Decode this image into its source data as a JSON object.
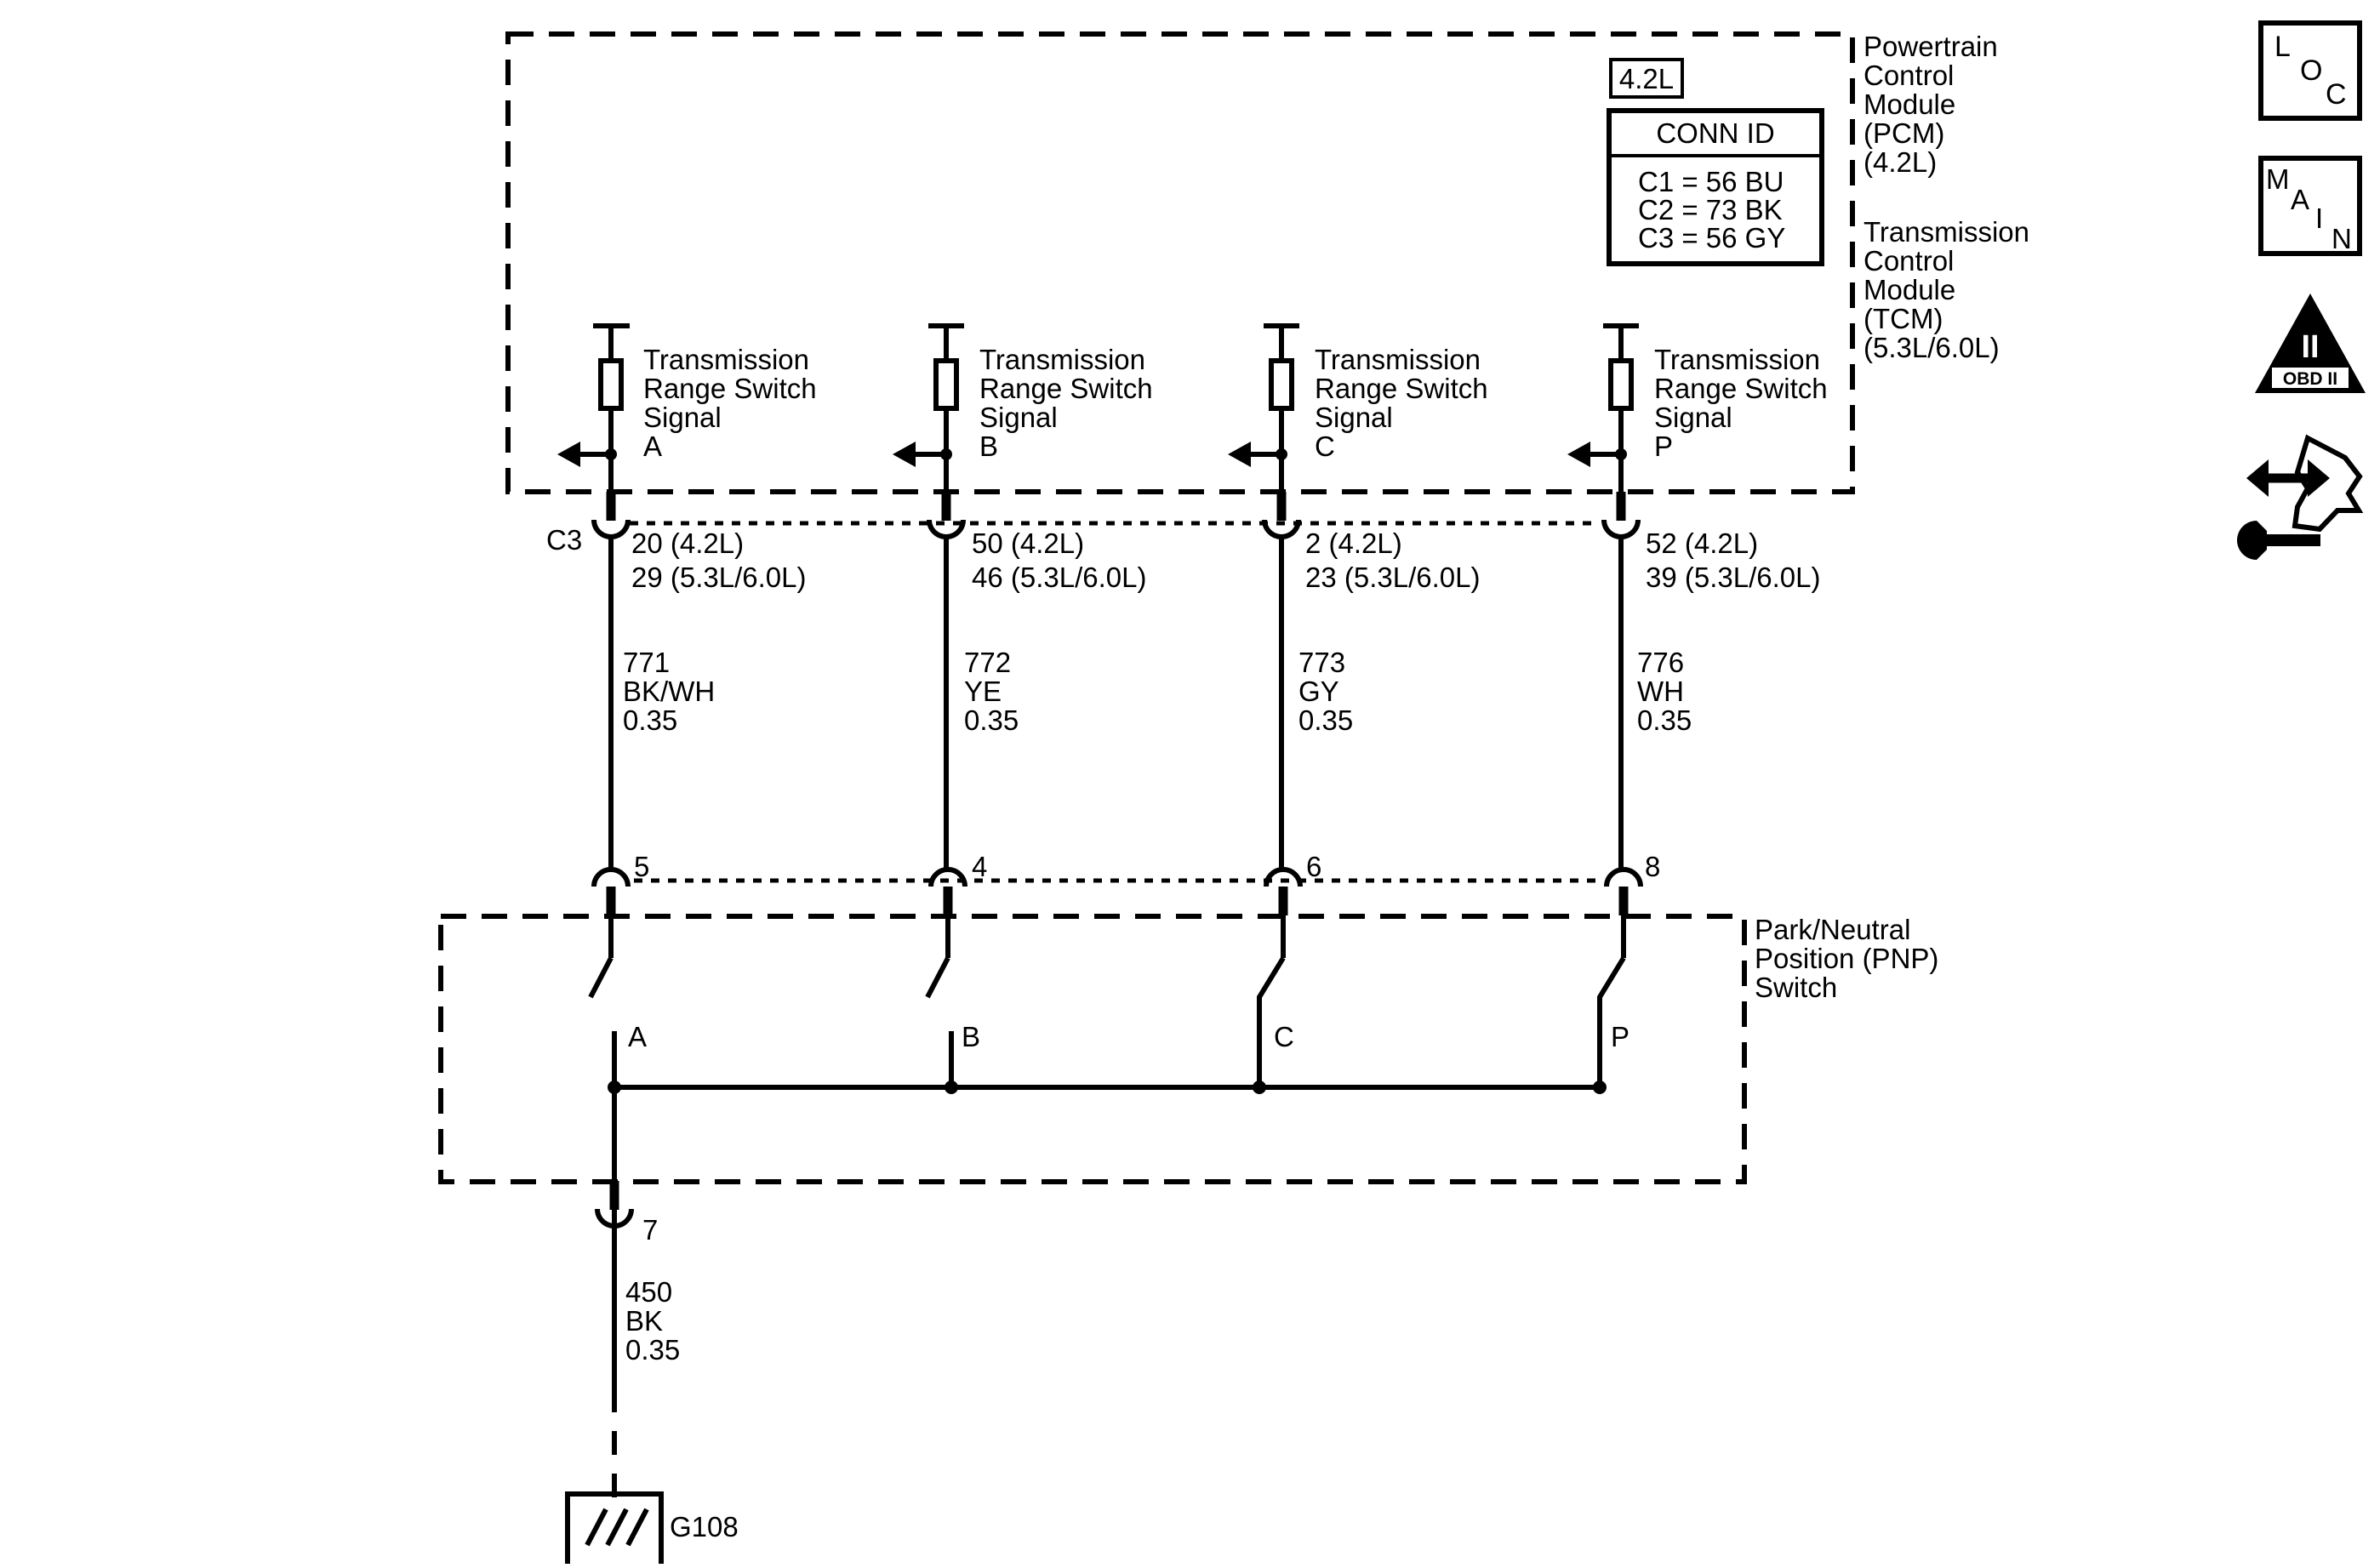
{
  "modules": {
    "pcm_name": [
      "Powertrain",
      "Control",
      "Module",
      "(PCM)",
      "(4.2L)"
    ],
    "tcm_name": [
      "Transmission",
      "Control",
      "Module",
      "(TCM)",
      "(5.3L/6.0L)"
    ]
  },
  "engine_badge": "4.2L",
  "conn_id": {
    "title": "CONN ID",
    "lines": [
      "C1 = 56 BU",
      "C2 = 73 BK",
      "C3 = 56 GY"
    ]
  },
  "connector_label": "C3",
  "circuits": [
    {
      "signal": [
        "Transmission",
        "Range Switch",
        "Signal",
        "A"
      ],
      "pins": [
        "20 (4.2L)",
        "29 (5.3L/6.0L)"
      ],
      "wire": [
        "771",
        "BK/WH",
        "0.35"
      ],
      "pnp_pin": "5",
      "contact": "A"
    },
    {
      "signal": [
        "Transmission",
        "Range Switch",
        "Signal",
        "B"
      ],
      "pins": [
        "50 (4.2L)",
        "46 (5.3L/6.0L)"
      ],
      "wire": [
        "772",
        "YE",
        "0.35"
      ],
      "pnp_pin": "4",
      "contact": "B"
    },
    {
      "signal": [
        "Transmission",
        "Range Switch",
        "Signal",
        "C"
      ],
      "pins": [
        "2 (4.2L)",
        "23 (5.3L/6.0L)"
      ],
      "wire": [
        "773",
        "GY",
        "0.35"
      ],
      "pnp_pin": "6",
      "contact": "C"
    },
    {
      "signal": [
        "Transmission",
        "Range Switch",
        "Signal",
        "P"
      ],
      "pins": [
        "52 (4.2L)",
        "39 (5.3L/6.0L)"
      ],
      "wire": [
        "776",
        "WH",
        "0.35"
      ],
      "pnp_pin": "8",
      "contact": "P"
    }
  ],
  "pnp_switch_name": [
    "Park/Neutral",
    "Position (PNP)",
    "Switch"
  ],
  "ground_circuit": {
    "pin": "7",
    "wire": [
      "450",
      "BK",
      "0.35"
    ],
    "ground": "G108"
  },
  "side_icons": {
    "loc": [
      "L",
      "O",
      "C"
    ],
    "main": [
      "M",
      "A",
      "I",
      "N"
    ],
    "obd_numeral": "II",
    "obd_label": "OBD II",
    "tool_icon": "connector-tool-icon"
  }
}
